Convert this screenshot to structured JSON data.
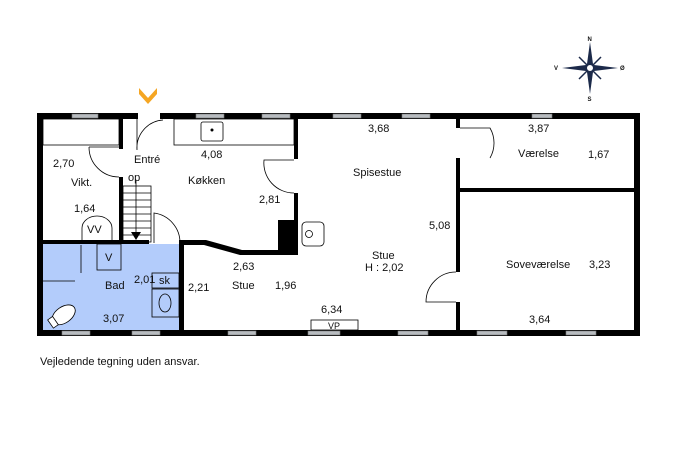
{
  "compass": {
    "north": "N",
    "south": "S",
    "west": "V",
    "east": "Ø"
  },
  "rooms": {
    "vikt": {
      "name": "Vikt.",
      "dim1": "2,70",
      "dim2": "1,64"
    },
    "entre": {
      "name": "Entré",
      "stairs": "op"
    },
    "kokken": {
      "name": "Køkken",
      "dim1": "4,08",
      "dim2": "2,81"
    },
    "spisestue": {
      "name": "Spisestue",
      "dim1": "3,68",
      "dim2": "5,08"
    },
    "stue_main": {
      "name": "Stue",
      "height": "H : 2,02",
      "dim1": "6,34"
    },
    "stue_small": {
      "name": "Stue",
      "dim1": "2,63",
      "dim2": "1,96",
      "dim3": "2,21"
    },
    "bad": {
      "name": "Bad",
      "dim1": "2,01",
      "dim2": "3,07"
    },
    "vaerelse": {
      "name": "Værelse",
      "dim1": "3,87",
      "dim2": "1,67"
    },
    "sovevaerelse": {
      "name": "Soveværelse",
      "dim1": "3,23",
      "dim2": "3,64"
    }
  },
  "fixtures": {
    "vv": "VV",
    "v": "V",
    "sk": "sk",
    "vp": "VP"
  },
  "colors": {
    "bath": "#b3ccfb",
    "entrance_marker": "#f5a623"
  },
  "disclaimer": "Vejledende tegning uden ansvar."
}
